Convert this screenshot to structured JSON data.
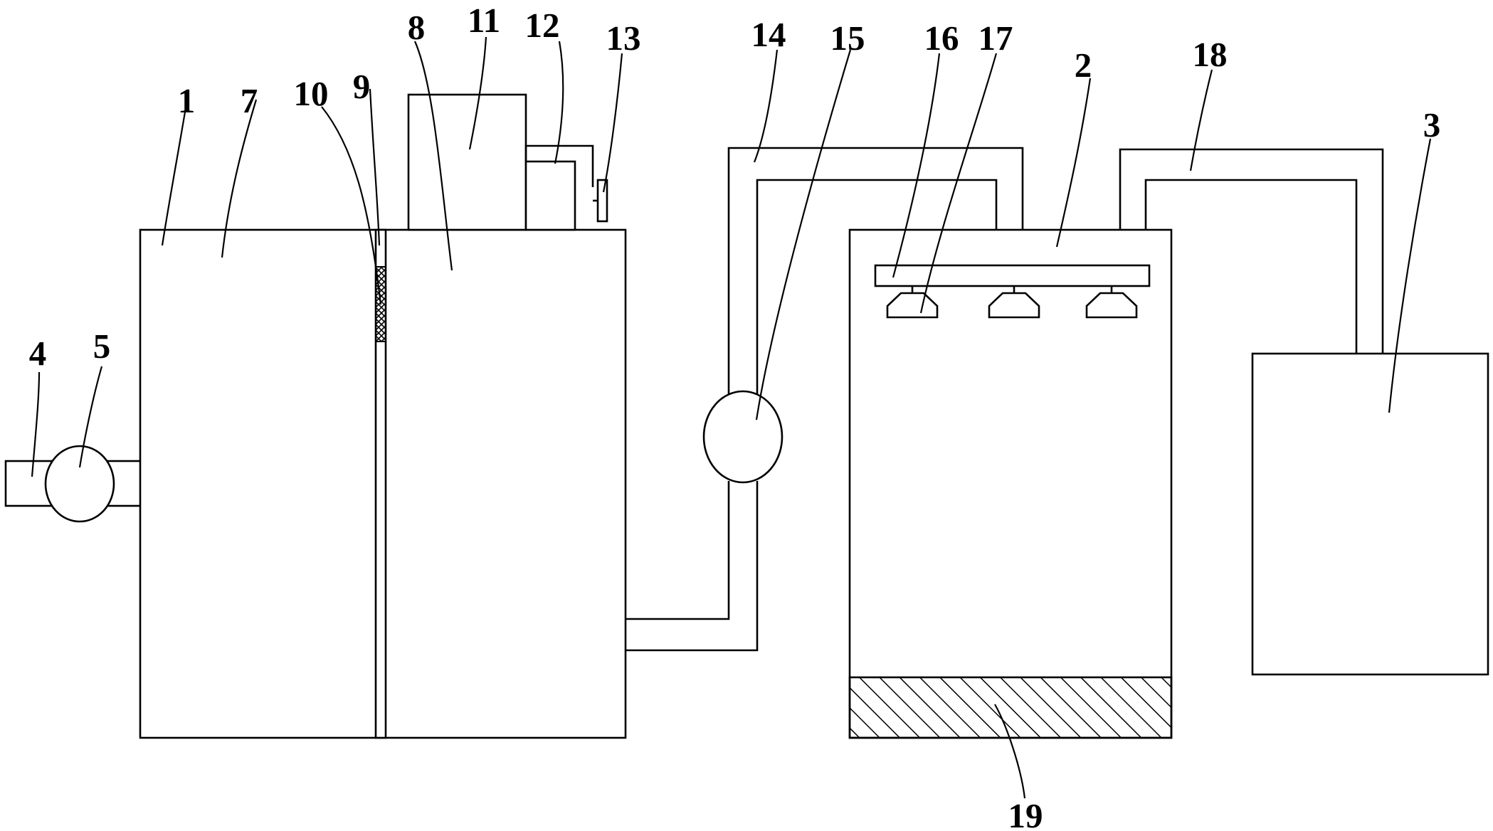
{
  "labels": {
    "n1": "1",
    "n2": "2",
    "n3": "3",
    "n4": "4",
    "n5": "5",
    "n7": "7",
    "n8": "8",
    "n9": "9",
    "n10": "10",
    "n11": "11",
    "n12": "12",
    "n13": "13",
    "n14": "14",
    "n15": "15",
    "n16": "16",
    "n17": "17",
    "n18": "18",
    "n19": "19"
  }
}
